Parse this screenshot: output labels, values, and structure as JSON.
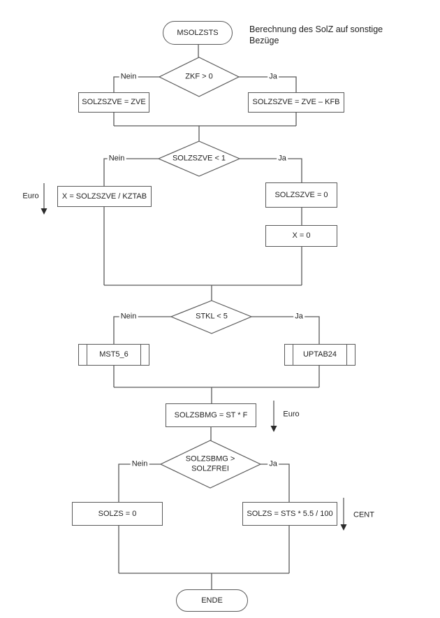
{
  "colors": {
    "line": "#595959",
    "text": "#1f1f1f",
    "bg": "#ffffff"
  },
  "title": "Berechnung des SolZ auf sonstige Bezüge",
  "labels": {
    "no": "Nein",
    "yes": "Ja"
  },
  "annotations": {
    "euro": "Euro",
    "cent": "CENT"
  },
  "nodes": {
    "start": "MSOLZSTS",
    "decision1": "ZKF > 0",
    "process_nein1": "SOLZSZVE = ZVE",
    "process_ja1": "SOLZSZVE = ZVE – KFB",
    "decision2": "SOLZSZVE < 1",
    "process_nein2": "X = SOLZSZVE / KZTAB",
    "process_ja2a": "SOLZSZVE = 0",
    "process_ja2b": "X = 0",
    "decision3": "STKL < 5",
    "subroutine_nein3": "MST5_6",
    "subroutine_ja3": "UPTAB24",
    "process_main": "SOLZSBMG = ST * F",
    "decision4": "SOLZSBMG > SOLZFREI",
    "process_nein4": "SOLZS = 0",
    "process_ja4": "SOLZS = STS * 5.5 / 100",
    "end": "ENDE"
  }
}
